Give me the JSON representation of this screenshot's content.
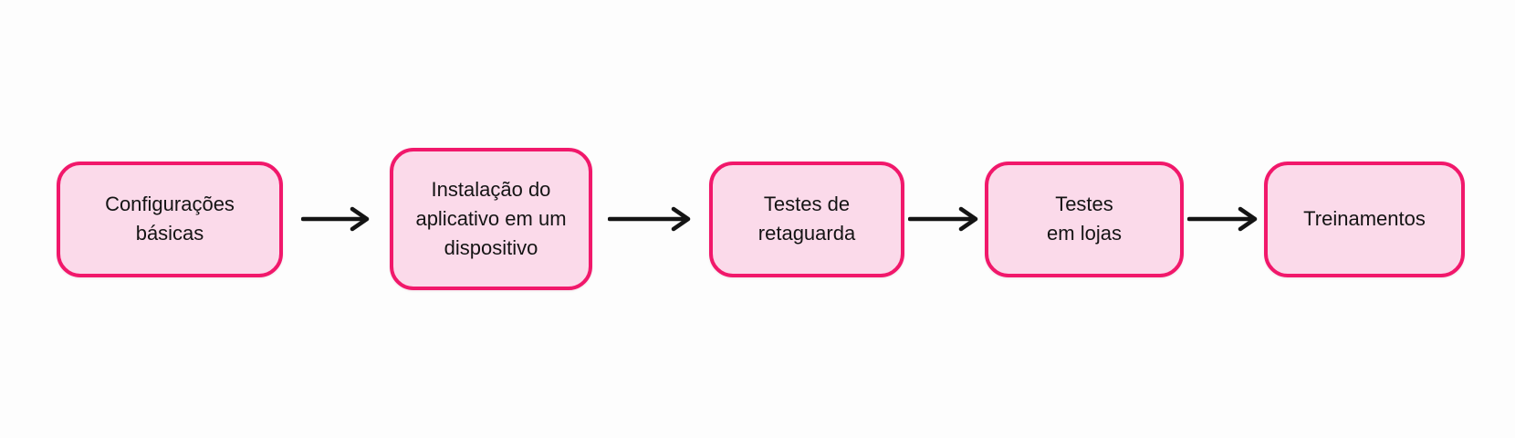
{
  "diagram": {
    "type": "flowchart",
    "direction": "left-to-right",
    "nodes": [
      {
        "id": "configuracoes-basicas",
        "label": "Configurações\nbásicas"
      },
      {
        "id": "instalacao-aplicativo",
        "label": "Instalação do\naplicativo em um\ndispositivo"
      },
      {
        "id": "testes-retaguarda",
        "label": "Testes de\nretaguarda"
      },
      {
        "id": "testes-lojas",
        "label": "Testes\nem lojas"
      },
      {
        "id": "treinamentos",
        "label": "Treinamentos"
      }
    ],
    "connectors": [
      {
        "from": "configuracoes-basicas",
        "to": "instalacao-aplicativo"
      },
      {
        "from": "instalacao-aplicativo",
        "to": "testes-retaguarda"
      },
      {
        "from": "testes-retaguarda",
        "to": "testes-lojas"
      },
      {
        "from": "testes-lojas",
        "to": "treinamentos"
      }
    ]
  },
  "colors": {
    "background": "#fdfdfd",
    "node_fill": "#fbdaea",
    "node_border": "#f1186b",
    "arrow": "#141414",
    "text": "#141414"
  }
}
